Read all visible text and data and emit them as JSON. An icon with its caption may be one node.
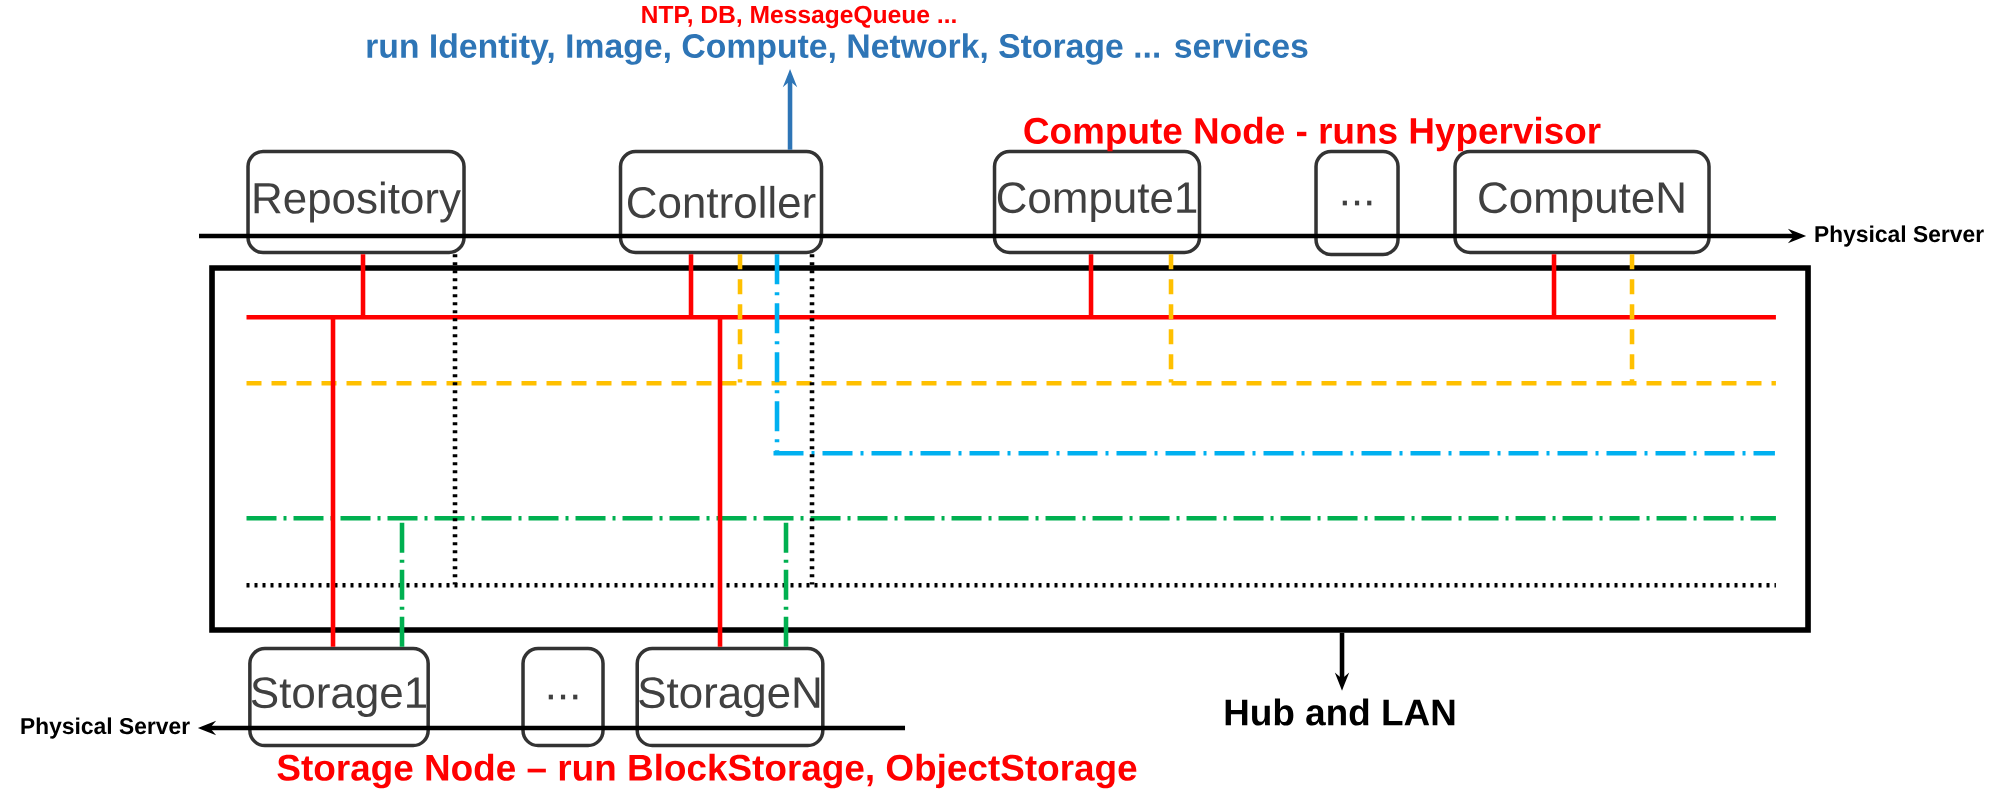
{
  "diagram": {
    "nodes": [
      {
        "text": [
          "run Identity, Image, Compute, Network, Storage ... services"
        ],
        "beside": [
          "NTP, DB, MessageQueue ..."
        ]
      },
      {
        "text": [
          "Repository"
        ]
      },
      {
        "text": [
          "Controller"
        ]
      },
      {
        "text": [
          "Compute1"
        ]
      },
      {
        "text": [
          "..."
        ]
      },
      {
        "text": [
          "ComputeN"
        ]
      },
      {
        "text": [
          "Physical Server"
        ]
      },
      {
        "text": [],
        "shape": "box"
      },
      {
        "text": [],
        "shape": "bar",
        "in": 7
      },
      {
        "text": [],
        "shape": "bar",
        "in": 7
      },
      {
        "text": [],
        "shape": "bar",
        "in": 7
      },
      {
        "text": [],
        "shape": "bar",
        "in": 7
      },
      {
        "text": [],
        "shape": "bar",
        "in": 7
      },
      {
        "text": [
          "Storage1"
        ]
      },
      {
        "text": [
          "..."
        ]
      },
      {
        "text": [
          "StorageN"
        ]
      },
      {
        "text": [
          "Physical Server"
        ]
      },
      {
        "text": [
          "Hub and LAN"
        ]
      }
    ],
    "edges": [
      {
        "from": 2,
        "to": 0,
        "arrow": "to",
        "color": "#2e75b6"
      },
      {
        "from": null,
        "to": 6,
        "arrow": "to",
        "color": "#000000"
      },
      {
        "from": 1,
        "to": 8,
        "arrow": "none",
        "color": "#ff0000"
      },
      {
        "from": 1,
        "to": 12,
        "arrow": "none",
        "style": "dashed",
        "color": "#000000"
      },
      {
        "from": 2,
        "to": 8,
        "arrow": "none",
        "color": "#ff0000"
      },
      {
        "from": 2,
        "to": 9,
        "arrow": "none",
        "style": "dashed",
        "color": "#ffc000"
      },
      {
        "from": 2,
        "to": 10,
        "arrow": "none",
        "style": "dashed",
        "color": "#00b0f0"
      },
      {
        "from": 2,
        "to": 12,
        "arrow": "none",
        "style": "dashed",
        "color": "#000000"
      },
      {
        "from": 3,
        "to": 8,
        "arrow": "none",
        "color": "#ff0000"
      },
      {
        "from": 3,
        "to": 9,
        "arrow": "none",
        "style": "dashed",
        "color": "#ffc000"
      },
      {
        "from": 5,
        "to": 8,
        "arrow": "none",
        "color": "#ff0000"
      },
      {
        "from": 5,
        "to": 9,
        "arrow": "none",
        "style": "dashed",
        "color": "#ffc000"
      },
      {
        "from": 13,
        "to": 8,
        "arrow": "none",
        "color": "#ff0000"
      },
      {
        "from": 13,
        "to": 11,
        "arrow": "none",
        "style": "dashed",
        "color": "#00b050"
      },
      {
        "from": 15,
        "to": 8,
        "arrow": "none",
        "color": "#ff0000"
      },
      {
        "from": 15,
        "to": 11,
        "arrow": "none",
        "style": "dashed",
        "color": "#00b050"
      },
      {
        "from": null,
        "to": 16,
        "arrow": "to",
        "color": "#000000"
      },
      {
        "from": 7,
        "to": 17,
        "arrow": "to",
        "color": "#000000"
      }
    ],
    "labels": [
      "Compute Node - runs Hypervisor",
      "Storage Node – run BlockStorage, ObjectStorage"
    ]
  }
}
